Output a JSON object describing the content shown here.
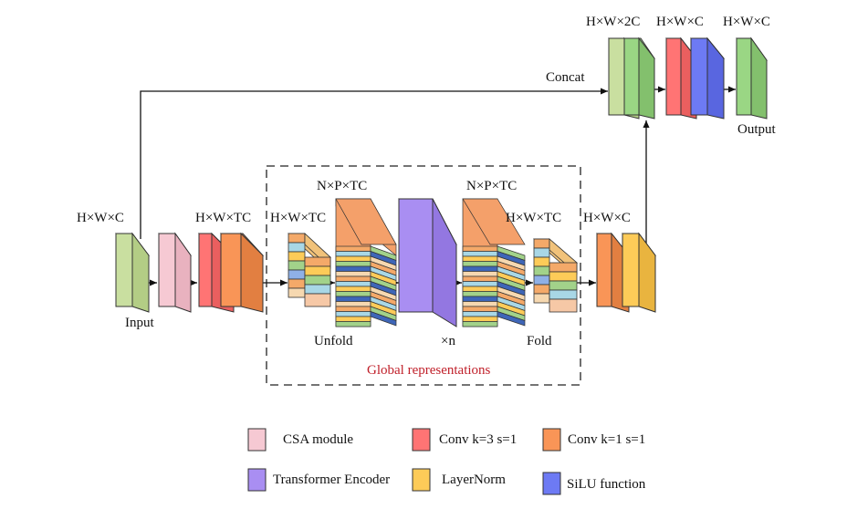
{
  "colors": {
    "green": "#c9dfa0",
    "green_mid": "#9ad684",
    "pink": "#f6c9d3",
    "red": "#ff7474",
    "orange": "#f99557",
    "purple": "#a98ef2",
    "yellow": "#fdcb58",
    "blue": "#6d7af4",
    "box_border": "#333333",
    "region_label": "#c0202a"
  },
  "labels": {
    "input_dim": "H×W×C",
    "input": "Input",
    "conv3_dim": "H×W×TC",
    "unfold_in_dim": "H×W×TC",
    "unfold_out_dim": "N×P×TC",
    "unfold": "Unfold",
    "transformer_repeat": "×n",
    "fold_in_dim": "N×P×TC",
    "fold_out_dim": "H×W×TC",
    "fold": "Fold",
    "after_fold_dim": "H×W×C",
    "concat": "Concat",
    "concat_dim": "H×W×2C",
    "conv_dim": "H×W×C",
    "output_dim": "H×W×C",
    "output": "Output",
    "region": "Global representations"
  },
  "legend": [
    {
      "key": "csa",
      "label": "CSA module",
      "color": "#f6c9d3"
    },
    {
      "key": "conv3",
      "label": "Conv k=3 s=1",
      "color": "#ff7474"
    },
    {
      "key": "conv1",
      "label": "Conv k=1 s=1",
      "color": "#f99557"
    },
    {
      "key": "transformer",
      "label": "Transformer Encoder",
      "color": "#a98ef2"
    },
    {
      "key": "layernorm",
      "label": "LayerNorm",
      "color": "#fdcb58"
    },
    {
      "key": "silu",
      "label": "SiLU function",
      "color": "#6d7af4"
    }
  ]
}
